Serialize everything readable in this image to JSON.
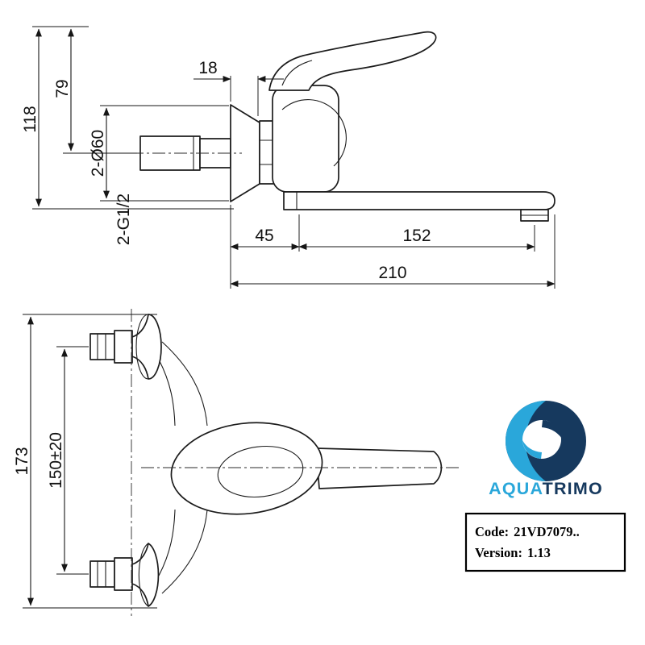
{
  "side_view": {
    "height_total": "118",
    "height_handle": "79",
    "depth_offset": "18",
    "flange_diameter": "2-Ø60",
    "thread_size": "2-G1/2",
    "wall_to_joint": "45",
    "joint_to_aerator": "152",
    "reach_total": "210"
  },
  "front_view": {
    "height_overall": "173",
    "centers_distance": "150±20"
  },
  "logo": {
    "brand_part1": "AQUA",
    "brand_part2": "TRIMO",
    "color_light": "#2aa7da",
    "color_dark": "#16395e"
  },
  "info_box": {
    "code_label": "Code:",
    "code_value": "21VD7079..",
    "version_label": "Version:",
    "version_value": "1.13"
  }
}
